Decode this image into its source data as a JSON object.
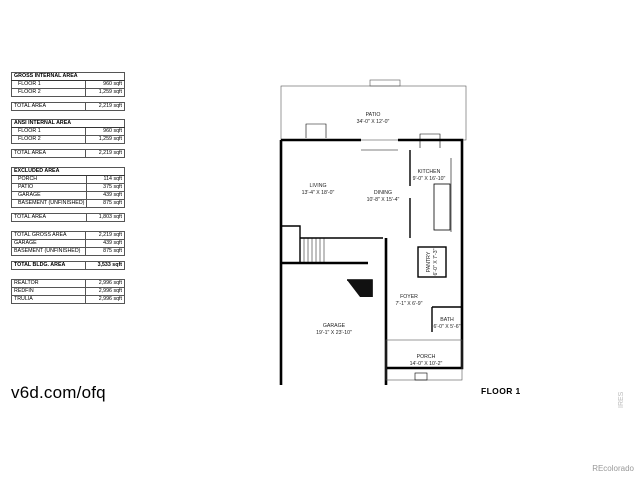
{
  "tables": {
    "gross": {
      "title": "GROSS INTERNAL AREA",
      "rows": [
        {
          "label": "FLOOR 1",
          "value": "960 sqft"
        },
        {
          "label": "FLOOR 2",
          "value": "1,259 sqft"
        }
      ],
      "total": {
        "label": "TOTAL AREA",
        "value": "2,219 sqft"
      }
    },
    "ansi": {
      "title": "ANSI INTERNAL AREA",
      "rows": [
        {
          "label": "FLOOR 1",
          "value": "960 sqft"
        },
        {
          "label": "FLOOR 2",
          "value": "1,259 sqft"
        }
      ],
      "total": {
        "label": "TOTAL AREA",
        "value": "2,219 sqft"
      }
    },
    "excluded": {
      "title": "EXCLUDED AREA",
      "rows": [
        {
          "label": "PORCH",
          "value": "114 sqft"
        },
        {
          "label": "PATIO",
          "value": "375 sqft"
        },
        {
          "label": "GARAGE",
          "value": "439 sqft"
        },
        {
          "label": "BASEMENT (UNFINISHED)",
          "value": "875 sqft"
        }
      ],
      "total": {
        "label": "TOTAL AREA",
        "value": "1,803 sqft"
      }
    },
    "summary": {
      "rows": [
        {
          "label": "TOTAL GROSS AREA",
          "value": "2,219 sqft"
        },
        {
          "label": "GARAGE",
          "value": "439 sqft"
        },
        {
          "label": "BASEMENT (UNFINISHED)",
          "value": "875 sqft"
        }
      ],
      "total": {
        "label": "TOTAL BLDG. AREA",
        "value": "3,533 sqft"
      }
    },
    "sites": {
      "rows": [
        {
          "label": "REALTOR",
          "value": "2,996 sqft"
        },
        {
          "label": "REDFIN",
          "value": "2,996 sqft"
        },
        {
          "label": "TRULIA",
          "value": "2,996 sqft"
        }
      ]
    }
  },
  "link_text": "v6d.com/ofq",
  "floor_label": "FLOOR 1",
  "rooms": {
    "patio": {
      "name": "PATIO",
      "dims": "34'-0\" X 12'-0\""
    },
    "kitchen": {
      "name": "KITCHEN",
      "dims": "9'-0\" X 16'-10\""
    },
    "living": {
      "name": "LIVING",
      "dims": "13'-4\" X 18'-0\""
    },
    "dining": {
      "name": "DINING",
      "dims": "10'-8\" X 15'-4\""
    },
    "pantry": {
      "name": "PANTRY",
      "dims": "6'-0\" X 7'-3\""
    },
    "foyer": {
      "name": "FOYER",
      "dims": "7'-1\" X 6'-9\""
    },
    "bath": {
      "name": "BATH",
      "dims": "6'-0\" X 5'-6\""
    },
    "garage": {
      "name": "GARAGE",
      "dims": "19'-1\" X 23'-10\""
    },
    "porch": {
      "name": "PORCH",
      "dims": "14'-0\" X 10'-2\""
    }
  },
  "watermark_ires": "IRES",
  "watermark_recolorado": "REcolorado"
}
